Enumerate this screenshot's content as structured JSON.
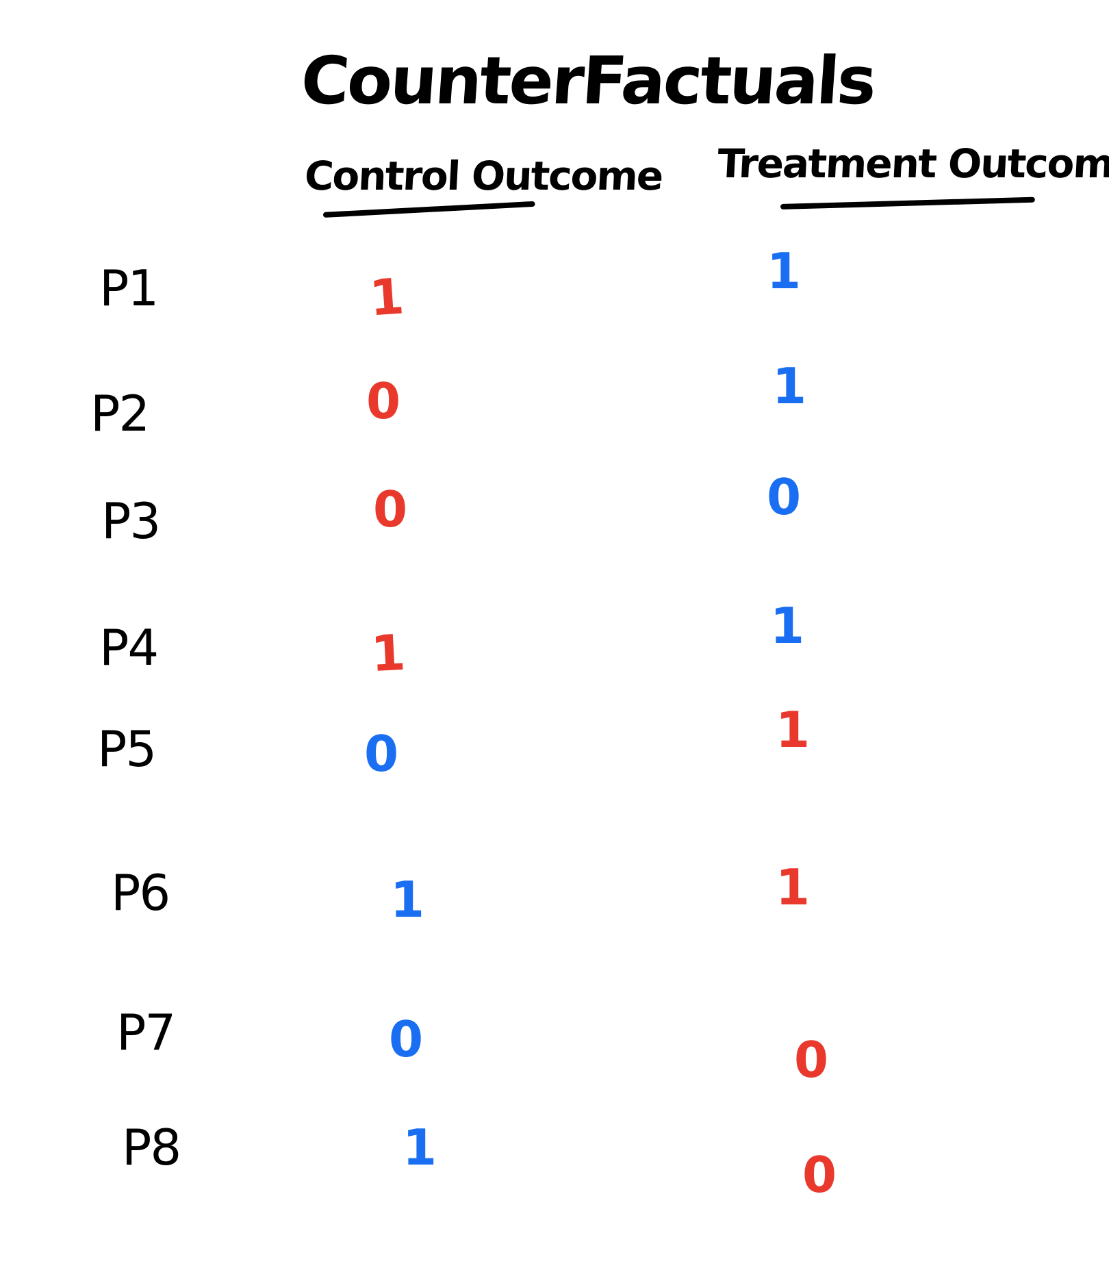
{
  "title": "CounterFactuals",
  "columns": {
    "control": "Control Outcome",
    "treatment": "Treatment Outcome"
  },
  "colors": {
    "red": "#e8392c",
    "blue": "#1a6ef2",
    "ink": "#000000"
  },
  "rows": [
    {
      "label": "P1",
      "control": {
        "value": "1",
        "color": "red"
      },
      "treatment": {
        "value": "1",
        "color": "blue"
      }
    },
    {
      "label": "P2",
      "control": {
        "value": "0",
        "color": "red"
      },
      "treatment": {
        "value": "1",
        "color": "blue"
      }
    },
    {
      "label": "P3",
      "control": {
        "value": "0",
        "color": "red"
      },
      "treatment": {
        "value": "0",
        "color": "blue"
      }
    },
    {
      "label": "P4",
      "control": {
        "value": "1",
        "color": "red"
      },
      "treatment": {
        "value": "1",
        "color": "blue"
      }
    },
    {
      "label": "P5",
      "control": {
        "value": "0",
        "color": "blue"
      },
      "treatment": {
        "value": "1",
        "color": "red"
      }
    },
    {
      "label": "P6",
      "control": {
        "value": "1",
        "color": "blue"
      },
      "treatment": {
        "value": "1",
        "color": "red"
      }
    },
    {
      "label": "P7",
      "control": {
        "value": "0",
        "color": "blue"
      },
      "treatment": {
        "value": "0",
        "color": "red"
      }
    },
    {
      "label": "P8",
      "control": {
        "value": "1",
        "color": "blue"
      },
      "treatment": {
        "value": "0",
        "color": "red"
      }
    }
  ]
}
